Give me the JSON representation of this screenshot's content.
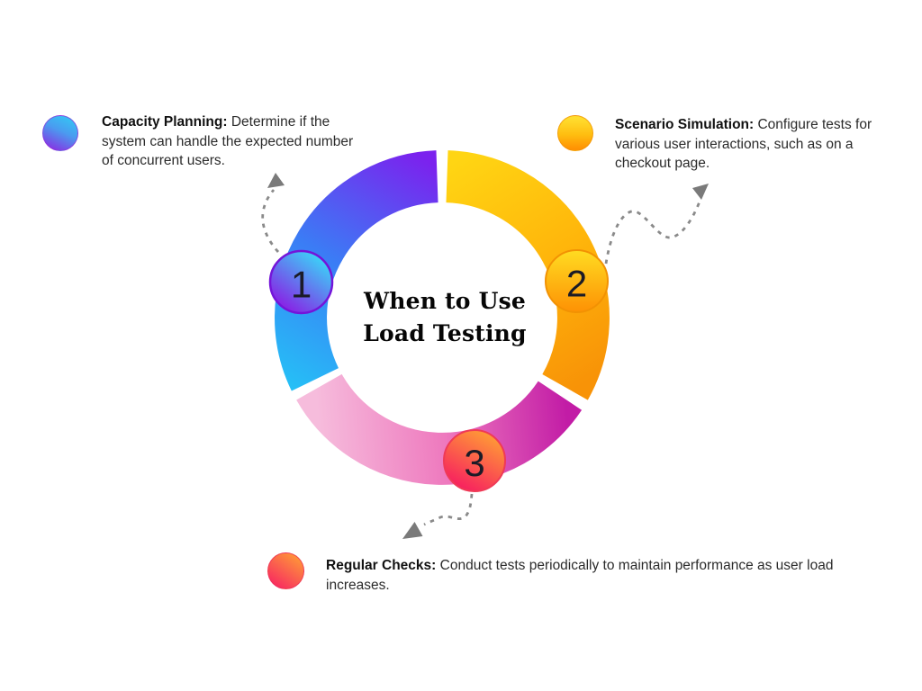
{
  "title": {
    "line1": "When to Use",
    "line2": "Load Testing"
  },
  "steps": [
    {
      "num": "1",
      "label": "Capacity Planning:",
      "line1": "Determine if the",
      "line2": "system can handle the expected number",
      "line3": "of concurrent users.",
      "segment_gradient": [
        "#7B22EE",
        "#3B7CF5",
        "#25C1F6"
      ],
      "badge_gradient": [
        "#3ECDF7",
        "#8A1FE5"
      ],
      "badge_border": "#7414D9"
    },
    {
      "num": "2",
      "label": "Scenario Simulation:",
      "line1": "Configure tests for",
      "line2": "various user interactions, such as on a",
      "line3": "checkout page.",
      "segment_gradient": [
        "#FFD513",
        "#FFB60B",
        "#F89307"
      ],
      "badge_gradient": [
        "#FFDB21",
        "#FE9104"
      ],
      "badge_border": "#F29203"
    },
    {
      "num": "3",
      "label": "Regular Checks:",
      "line1": "Conduct tests periodically to maintain performance as user load",
      "line2": "increases.",
      "line3": "",
      "segment_gradient": [
        "#F6BCDC",
        "#EE79BE",
        "#C21CA6"
      ],
      "badge_gradient": [
        "#FF9A36",
        "#F7215F"
      ],
      "badge_border": "#EF3A56"
    }
  ],
  "connector_color": "#8A8A8A",
  "arrowhead_color": "#7A7A7A",
  "background_color": "#FFFFFF",
  "number_color": "#1B1B27"
}
